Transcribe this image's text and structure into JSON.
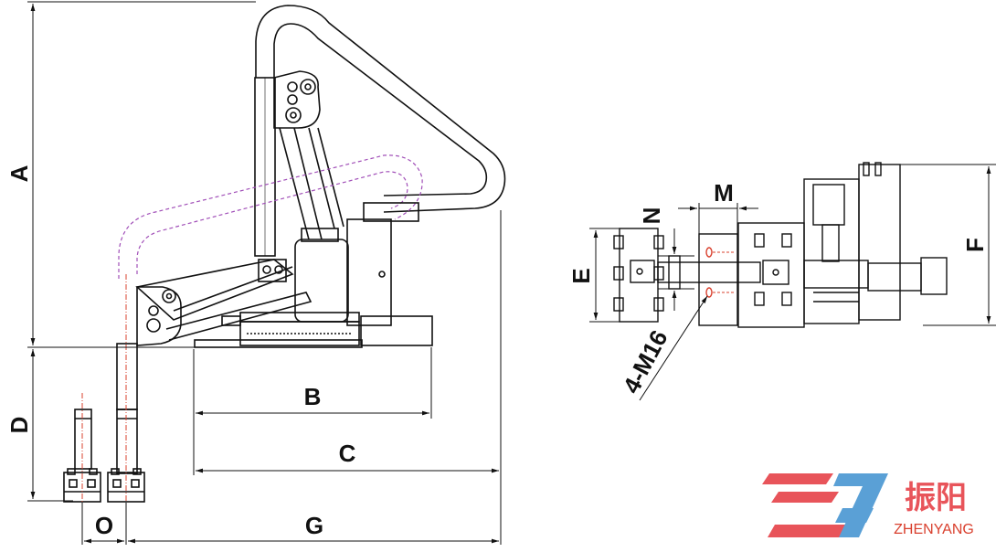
{
  "dimensions": {
    "A": "A",
    "B": "B",
    "C": "C",
    "D": "D",
    "O": "O",
    "G": "G",
    "E": "E",
    "F": "F",
    "M": "M",
    "N": "N",
    "thread": "4-M16"
  },
  "logo": {
    "chinese": "振阳",
    "english": "ZHENYANG",
    "colors": {
      "red": "#e8545a",
      "blue": "#5aa0d6",
      "text": "#d9402e"
    }
  },
  "colors": {
    "line": "#111111",
    "alt_position": "#a14fb8",
    "center_line": "#d9402e"
  }
}
